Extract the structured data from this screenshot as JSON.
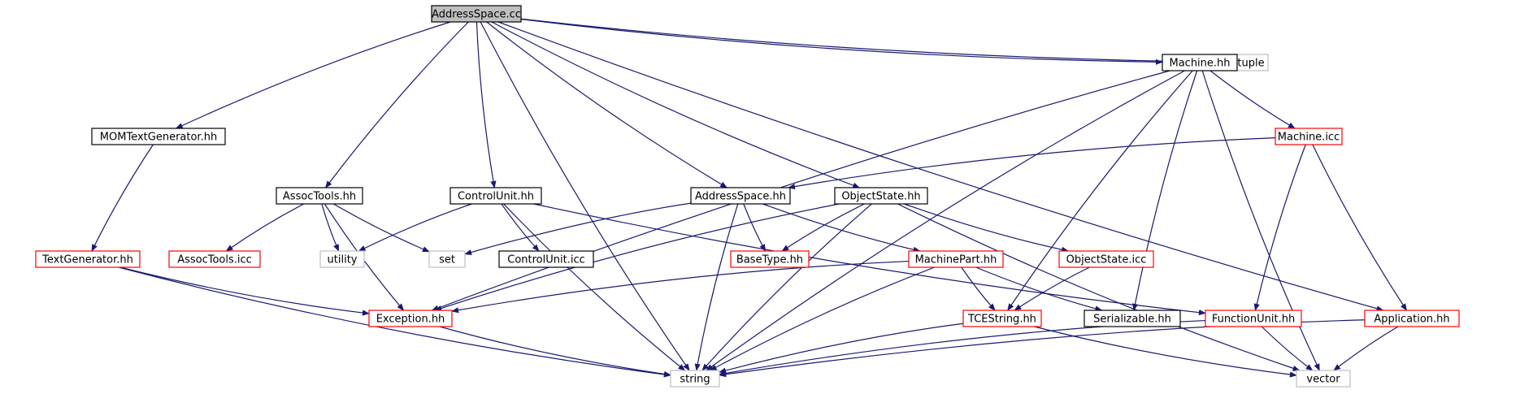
{
  "colors": {
    "background": "#ffffff",
    "edge": "#191970",
    "root_fill": "#bfbfbf",
    "documented_border": "#000000",
    "incomplete_border": "#ff0000",
    "external_border": "#bfbfbf"
  },
  "nodes": [
    {
      "id": "root",
      "label": "AddressSpace.cc",
      "kind": "root"
    },
    {
      "id": "tuple",
      "label": "tuple",
      "kind": "external"
    },
    {
      "id": "machine_hh",
      "label": "Machine.hh",
      "kind": "documented"
    },
    {
      "id": "momtextgen",
      "label": "MOMTextGenerator.hh",
      "kind": "documented"
    },
    {
      "id": "machine_icc",
      "label": "Machine.icc",
      "kind": "incomplete"
    },
    {
      "id": "assoctools_hh",
      "label": "AssocTools.hh",
      "kind": "documented"
    },
    {
      "id": "controlunit_hh",
      "label": "ControlUnit.hh",
      "kind": "documented"
    },
    {
      "id": "addressspace_hh",
      "label": "AddressSpace.hh",
      "kind": "documented"
    },
    {
      "id": "objectstate_hh",
      "label": "ObjectState.hh",
      "kind": "documented"
    },
    {
      "id": "textgen",
      "label": "TextGenerator.hh",
      "kind": "incomplete"
    },
    {
      "id": "assoctools_icc",
      "label": "AssocTools.icc",
      "kind": "incomplete"
    },
    {
      "id": "utility",
      "label": "utility",
      "kind": "external"
    },
    {
      "id": "set",
      "label": "set",
      "kind": "external"
    },
    {
      "id": "controlunit_icc",
      "label": "ControlUnit.icc",
      "kind": "documented"
    },
    {
      "id": "basetype",
      "label": "BaseType.hh",
      "kind": "incomplete"
    },
    {
      "id": "machinepart",
      "label": "MachinePart.hh",
      "kind": "incomplete"
    },
    {
      "id": "objectstate_icc",
      "label": "ObjectState.icc",
      "kind": "incomplete"
    },
    {
      "id": "exception",
      "label": "Exception.hh",
      "kind": "incomplete"
    },
    {
      "id": "tcestring",
      "label": "TCEString.hh",
      "kind": "incomplete"
    },
    {
      "id": "serializable",
      "label": "Serializable.hh",
      "kind": "documented"
    },
    {
      "id": "functionunit",
      "label": "FunctionUnit.hh",
      "kind": "incomplete"
    },
    {
      "id": "application",
      "label": "Application.hh",
      "kind": "incomplete"
    },
    {
      "id": "string",
      "label": "string",
      "kind": "external"
    },
    {
      "id": "vector",
      "label": "vector",
      "kind": "external"
    }
  ],
  "edges": [
    [
      "root",
      "tuple"
    ],
    [
      "root",
      "machine_hh"
    ],
    [
      "root",
      "momtextgen"
    ],
    [
      "root",
      "assoctools_hh"
    ],
    [
      "root",
      "controlunit_hh"
    ],
    [
      "root",
      "addressspace_hh"
    ],
    [
      "root",
      "objectstate_hh"
    ],
    [
      "root",
      "application"
    ],
    [
      "root",
      "string"
    ],
    [
      "machine_hh",
      "machine_icc"
    ],
    [
      "machine_hh",
      "exception"
    ],
    [
      "machine_hh",
      "string"
    ],
    [
      "machine_hh",
      "tcestring"
    ],
    [
      "machine_hh",
      "serializable"
    ],
    [
      "machine_hh",
      "vector"
    ],
    [
      "machine_icc",
      "addressspace_hh"
    ],
    [
      "machine_icc",
      "functionunit"
    ],
    [
      "machine_icc",
      "application"
    ],
    [
      "momtextgen",
      "textgen"
    ],
    [
      "textgen",
      "exception"
    ],
    [
      "textgen",
      "string"
    ],
    [
      "assoctools_hh",
      "assoctools_icc"
    ],
    [
      "assoctools_hh",
      "utility"
    ],
    [
      "assoctools_hh",
      "set"
    ],
    [
      "assoctools_hh",
      "exception"
    ],
    [
      "controlunit_hh",
      "utility"
    ],
    [
      "controlunit_hh",
      "controlunit_icc"
    ],
    [
      "controlunit_hh",
      "functionunit"
    ],
    [
      "controlunit_hh",
      "string"
    ],
    [
      "addressspace_hh",
      "set"
    ],
    [
      "addressspace_hh",
      "basetype"
    ],
    [
      "addressspace_hh",
      "machinepart"
    ],
    [
      "addressspace_hh",
      "string"
    ],
    [
      "objectstate_hh",
      "basetype"
    ],
    [
      "objectstate_hh",
      "objectstate_icc"
    ],
    [
      "objectstate_hh",
      "exception"
    ],
    [
      "objectstate_hh",
      "string"
    ],
    [
      "objectstate_hh",
      "vector"
    ],
    [
      "machinepart",
      "exception"
    ],
    [
      "machinepart",
      "tcestring"
    ],
    [
      "machinepart",
      "serializable"
    ],
    [
      "machinepart",
      "string"
    ],
    [
      "objectstate_icc",
      "tcestring"
    ],
    [
      "exception",
      "string"
    ],
    [
      "tcestring",
      "string"
    ],
    [
      "tcestring",
      "vector"
    ],
    [
      "functionunit",
      "string"
    ],
    [
      "functionunit",
      "vector"
    ],
    [
      "application",
      "string"
    ],
    [
      "application",
      "vector"
    ]
  ]
}
